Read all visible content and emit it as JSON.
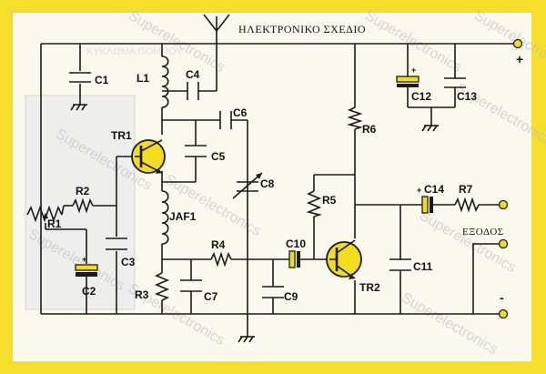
{
  "title": "ΗΛΕΚΤΡΟΝΙΚΟ ΣΧΕΔΙΟ",
  "output_label": "ΕΞΟΔΟΣ",
  "plus_symbol": "+",
  "minus_symbol": "-",
  "watermark": "Superelectronics",
  "faded_header_text": "ΚΥΚΛΩΜΑ ΠΟΜΠΟΥ",
  "components": {
    "C1": "C1",
    "L1": "L1",
    "C4": "C4",
    "C6": "C6",
    "TR1": "TR1",
    "C5": "C5",
    "R2": "R2",
    "R1": "R1",
    "C8": "C8",
    "JAF1": "JAF1",
    "C3": "C3",
    "C2": "C2",
    "R4": "R4",
    "R3": "R3",
    "C7": "C7",
    "C9": "C9",
    "C10": "C10",
    "R5": "R5",
    "R6": "R6",
    "C12": "C12",
    "C13": "C13",
    "C14": "C14",
    "R7": "R7",
    "C11": "C11",
    "TR2": "TR2"
  },
  "colors": {
    "frame": "#f6df2c",
    "paper": "#fbf8ee",
    "transistor": "#f2dc1e",
    "ink": "#1a1a1a"
  }
}
